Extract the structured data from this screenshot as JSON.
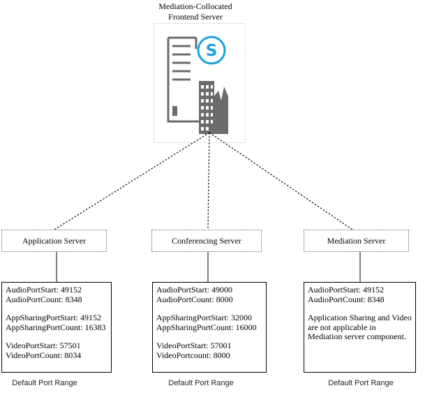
{
  "server": {
    "title_line1": "Mediation-Collocated",
    "title_line2": "Frontend Server",
    "icon": "skype-server-icon"
  },
  "components": [
    {
      "name": "Application Server",
      "ports": {
        "audio_start": "AudioPortStart: 49152",
        "audio_count": "AudioPortCount: 8348",
        "appsharing_start": "AppSharingPortStart: 49152",
        "appsharing_count": "AppSharingPortCount: 16383",
        "video_start": "VideoPortStart: 57501",
        "video_count": "VideoPortCount: 8034"
      },
      "caption": "Default Port Range"
    },
    {
      "name": "Conferencing Server",
      "ports": {
        "audio_start": "AudioPortStart: 49000",
        "audio_count": "AudioPortCount: 8000",
        "appsharing_start": "AppSharingPortStart: 32000",
        "appsharing_count": "AppSharingPortCount: 16000",
        "video_start": "VideoPortStart: 57001",
        "video_count": "VideoPortcount: 8000"
      },
      "caption": "Default Port Range"
    },
    {
      "name": "Mediation Server",
      "ports": {
        "audio_start": "AudioPortStart: 49152",
        "audio_count": "AudioPortCount: 8348",
        "note": "Application Sharing and Video are not applicable in Mediation server component."
      },
      "caption": "Default Port Range"
    }
  ],
  "colors": {
    "skype_blue": "#1ba1e2",
    "icon_gray": "#6b6b6b",
    "line": "#000000"
  }
}
